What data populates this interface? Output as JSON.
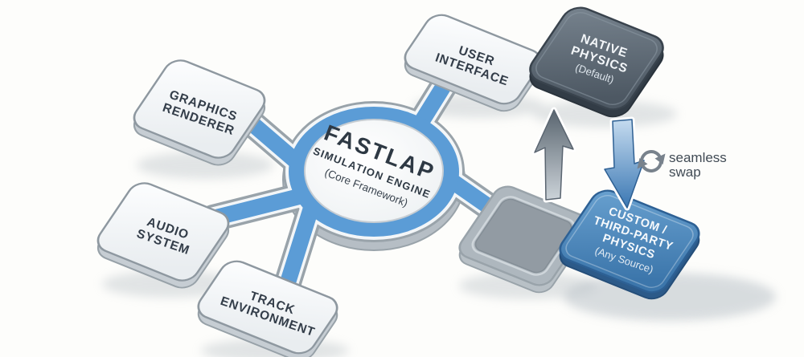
{
  "diagram": {
    "hub": {
      "title": "FASTLAP",
      "subtitle": "SIMULATION ENGINE",
      "note": "(Core Framework)"
    },
    "modules": {
      "graphics": {
        "line1": "GRAPHICS",
        "line2": "RENDERER"
      },
      "audio": {
        "line1": "AUDIO",
        "line2": "SYSTEM"
      },
      "track": {
        "line1": "TRACK",
        "line2": "ENVIRONMENT"
      },
      "ui": {
        "line1": "USER",
        "line2": "INTERFACE"
      }
    },
    "physics": {
      "native": {
        "line1": "NATIVE",
        "line2": "PHYSICS",
        "note": "(Default)"
      },
      "custom": {
        "line1": "CUSTOM /",
        "line2": "THIRD-PARTY",
        "line3": "PHYSICS",
        "note": "(Any Source)"
      }
    },
    "annotation": {
      "line1": "seamless",
      "line2": "swap"
    },
    "icons": {
      "swap": "swap-cycle-icon",
      "up_arrow": "plug-in-up-arrow-icon",
      "down_arrow": "swap-in-down-arrow-icon"
    },
    "colors": {
      "accent_blue": "#5b9cd6",
      "custom_blue": "#4a82b4",
      "native_slate": "#5e6a76",
      "tile_border": "#8e98a0",
      "text_dark": "#333d49",
      "annotation_gray": "#414b55"
    }
  }
}
